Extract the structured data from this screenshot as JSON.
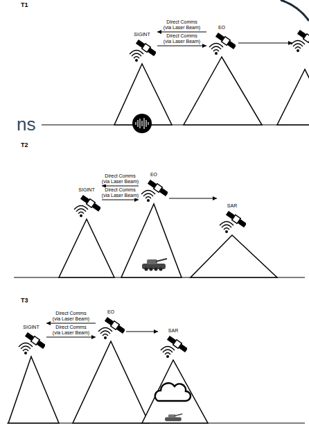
{
  "diagram": {
    "nodes": [
      {
        "text": [
          "SIGINT"
        ]
      },
      {
        "text": [
          "EO"
        ]
      },
      {
        "text": [
          "SIGINT"
        ]
      },
      {
        "text": [
          "EO"
        ]
      },
      {
        "text": [
          "SAR"
        ]
      },
      {
        "text": [
          "SIGINT"
        ]
      },
      {
        "text": [
          "EO"
        ]
      },
      {
        "text": [
          "SAR"
        ]
      }
    ],
    "edges": [
      {
        "from": 1,
        "to": 0,
        "arrow": "to",
        "label": "Direct Comms (via Laser Beam)"
      },
      {
        "from": 0,
        "to": 1,
        "arrow": "to",
        "label": "Direct Comms (via Laser Beam)"
      },
      {
        "from": 3,
        "to": 2,
        "arrow": "to",
        "label": "Direct Comms (via Laser Beam)"
      },
      {
        "from": 2,
        "to": 3,
        "arrow": "to",
        "label": "Direct Comms (via Laser Beam)"
      },
      {
        "from": 3,
        "to": 4,
        "arrow": "to"
      },
      {
        "from": 6,
        "to": 5,
        "arrow": "to",
        "label": "Direct Comms (via Laser Beam)"
      },
      {
        "from": 5,
        "to": 6,
        "arrow": "to",
        "label": "Direct Comms (via Laser Beam)"
      },
      {
        "from": 6,
        "to": 7,
        "arrow": "to"
      }
    ],
    "labels": [
      "T1",
      "ns",
      "T2",
      "T3"
    ]
  }
}
